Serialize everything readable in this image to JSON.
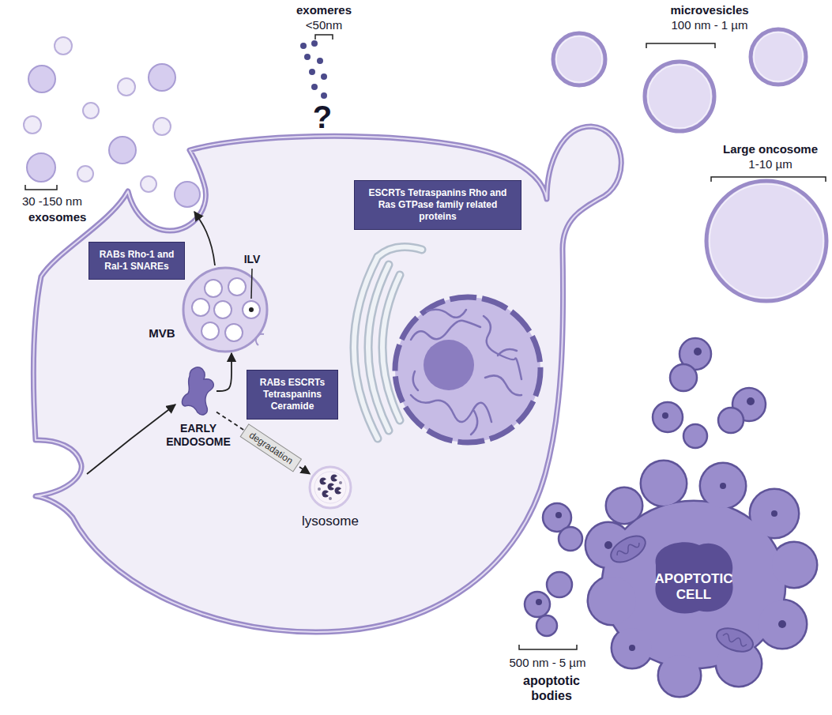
{
  "diagram": {
    "nodes": [
      {
        "text": [
          "ESCRTs Tetraspanins Rho and Ras GTPase family related proteins"
        ]
      },
      {
        "text": [
          "RABs Rho-1 and Ral-1 SNAREs"
        ]
      },
      {
        "text": [
          "MVB"
        ]
      },
      {
        "text": [
          "RABs ESCRTs Tetraspanins Ceramide"
        ]
      },
      {
        "text": [
          "EARLY ENDOSOME"
        ]
      },
      {
        "text": [
          "lysosome"
        ]
      },
      {
        "text": [
          "APOPTOTIC CELL"
        ]
      }
    ],
    "edges": [
      {
        "from": 4,
        "to": 2,
        "arrow": "to"
      },
      {
        "from": 4,
        "to": 5,
        "arrow": "to",
        "label": "degradation"
      }
    ],
    "labels": [
      "exomeres",
      "<50nm",
      "?",
      "microvesicles",
      "100 nm - 1 µm",
      "Large oncosome",
      "1-10 µm",
      "30 -150 nm",
      "exosomes",
      "ILV",
      "500 nm - 5 µm",
      "apoptotic bodies"
    ]
  }
}
